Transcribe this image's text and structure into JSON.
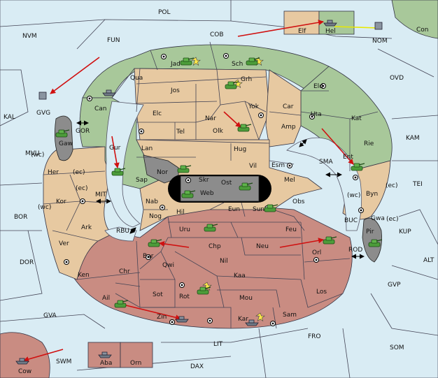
{
  "colors": {
    "sea": "#d9ecf4",
    "green_power": "#a8c89a",
    "tan_neutral": "#e7c9a1",
    "red_power": "#c98c82",
    "impassable": "#8c8c8c",
    "order_arrow": "#d01010",
    "support_line": "#e8e800",
    "star": "#ffe84a"
  },
  "icons": {
    "unit": "tank-icon",
    "fleet": "fleet-icon",
    "supply": "supply-center-icon",
    "home": "star-icon"
  },
  "sea_labels": [
    "POL",
    "NVM",
    "FUN",
    "COB",
    "NOM",
    "Con",
    "OVD",
    "KAL",
    "GVG",
    "KAM",
    "TEI",
    "MVU",
    "BOR",
    "DOR",
    "ALT",
    "KUP",
    "BUC",
    "GVP",
    "GVA",
    "FRO",
    "SOM",
    "LIT",
    "SWM",
    "DAX",
    "Cow",
    "MIT",
    "SMA",
    "ROD",
    "RBU",
    "GOR"
  ],
  "land_labels": [
    "Elf",
    "Hel",
    "Jad",
    "Sch",
    "Qua",
    "Can",
    "Jos",
    "Grh",
    "Eld",
    "Elc",
    "Yok",
    "Car",
    "Nar",
    "Uta",
    "Kat",
    "Tel",
    "Olk",
    "Amp",
    "Gur",
    "Lan",
    "Hug",
    "Rie",
    "Ent",
    "Gaw",
    "Her",
    "Vil",
    "Esm",
    "Skr",
    "Ost",
    "Nor",
    "Sap",
    "Web",
    "Mel",
    "Byn",
    "Kor",
    "Nab",
    "Hil",
    "Eun",
    "Sun",
    "Obs",
    "Gwa",
    "Pir",
    "Ark",
    "Nog",
    "Uru",
    "Feu",
    "Ver",
    "Bar",
    "Chp",
    "Neu",
    "Orl",
    "Qwi",
    "Nil",
    "Ken",
    "Chr",
    "Kaa",
    "Sot",
    "Rot",
    "Mou",
    "Los",
    "Ail",
    "Zin",
    "Kar",
    "Sam",
    "Aba",
    "Orn"
  ],
  "coast_labels": [
    "(wc)",
    "(ec)",
    "(ec)",
    "(wc)",
    "(wc)",
    "(ec)",
    "(ec)"
  ]
}
